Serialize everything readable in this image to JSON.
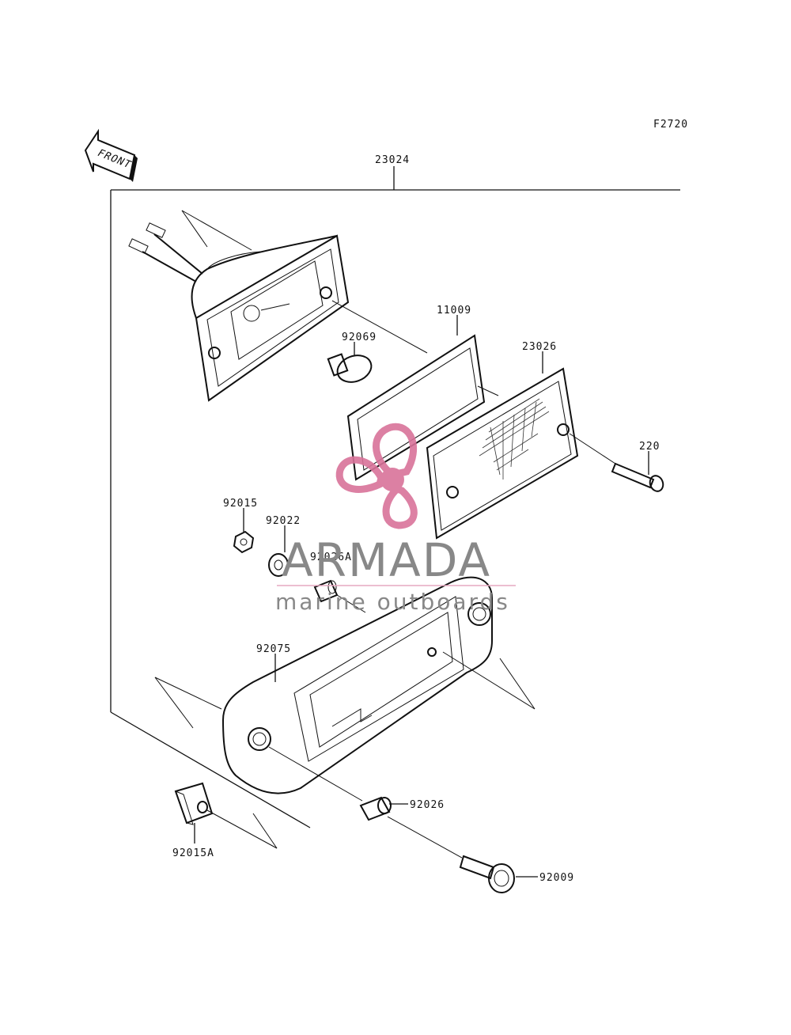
{
  "diagram": {
    "figure_code": "F2720",
    "front_arrow_text": "FRONT",
    "parts": {
      "p23024": "23024",
      "p11009": "11009",
      "p92069": "92069",
      "p23026": "23026",
      "p220": "220",
      "p92015": "92015",
      "p92022": "92022",
      "p92026A": "92026A",
      "p92075": "92075",
      "p92026": "92026",
      "p92015A": "92015A",
      "p92009": "92009"
    }
  },
  "watermark": {
    "brand": "ARMADA",
    "tagline": "marine outboards",
    "logo_color": "#d9739a",
    "text_color": "#888888"
  }
}
